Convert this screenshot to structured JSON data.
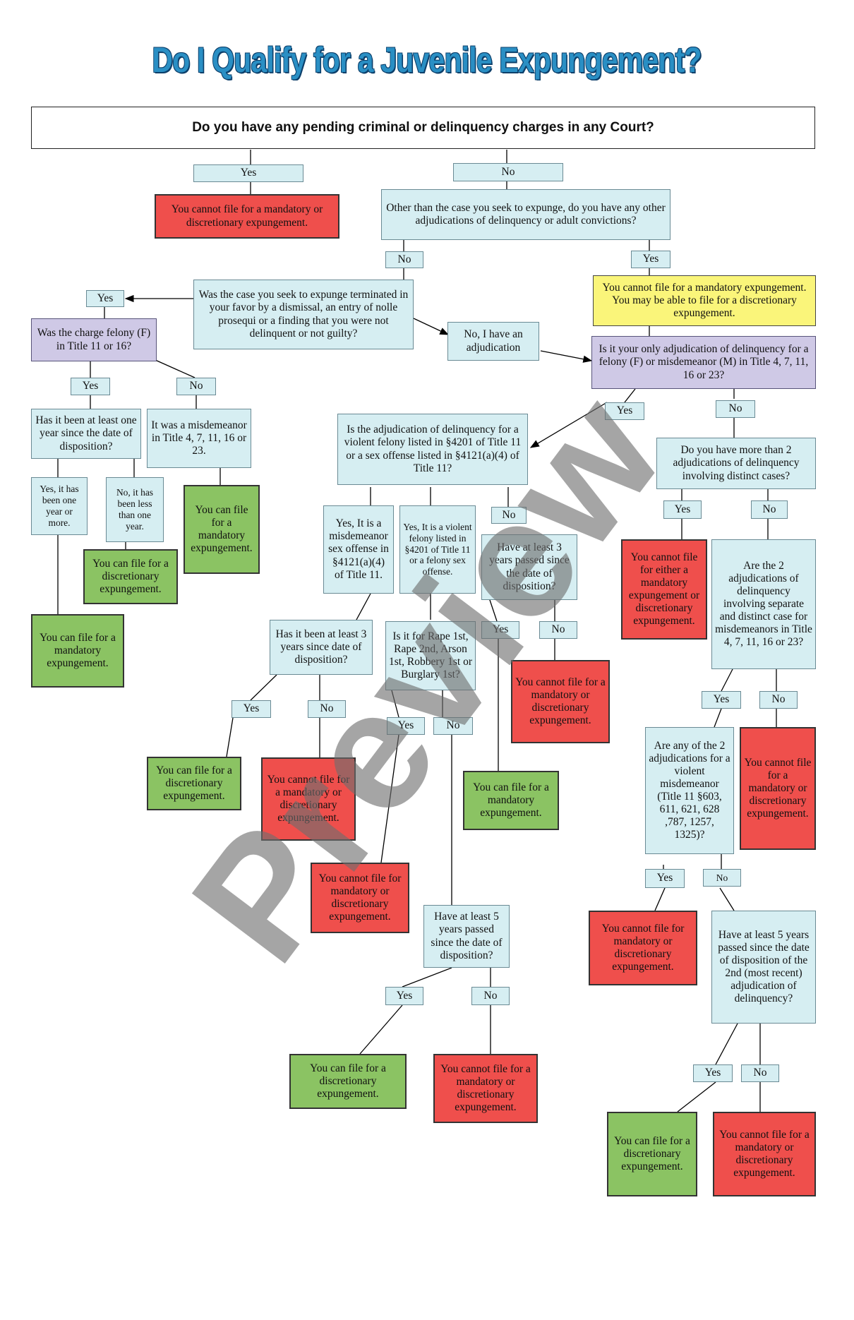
{
  "title": "Do I Qualify for a Juvenile Expungement?",
  "watermark": "Preview",
  "nodes": {
    "pending_q": "Do you have any pending criminal or delinquency charges in any Court?",
    "pending_yes": "Yes",
    "pending_no": "No",
    "pending_yes_result": "You cannot file for a mandatory or discretionary expungement.",
    "other_adj_q": "Other than the case you seek to expunge, do you have any other adjudications of delinquency or adult convictions?",
    "other_adj_no": "No",
    "other_adj_yes": "Yes",
    "other_adj_yes_result": "You cannot file for a mandatory expungement. You may be able to file for a discretionary expungement.",
    "favor_q": "Was the case you seek to expunge terminated in your favor by a dismissal, an entry of nolle prosequi or a finding that you were not delinquent or not guilty?",
    "favor_yes": "Yes",
    "favor_no_adj": "No, I have an adjudication",
    "felony_q": "Was the charge felony (F) in Title 11 or 16?",
    "felony_yes": "Yes",
    "felony_no": "No",
    "one_year_q": "Has it been at least one year since the date of disposition?",
    "one_year_yes": "Yes, it has been one year or more.",
    "one_year_no": "No, it has been less than one year.",
    "misd_note": "It was a misdemeanor in Title 4, 7, 11, 16 or 23.",
    "misd_result": "You can file for a mandatory expungement.",
    "one_year_no_result": "You can file for a discretionary expungement.",
    "one_year_yes_result": "You can file for a mandatory expungement.",
    "only_adj_q": "Is it your only adjudication of delinquency for a felony (F) or misdemeanor (M) in Title 4, 7, 11, 16 or 23?",
    "only_adj_yes": "Yes",
    "only_adj_no": "No",
    "violent_q": "Is the adjudication of delinquency for a violent felony listed in §4201 of Title 11 or a sex offense listed in §4121(a)(4) of Title 11?",
    "violent_yes_misd": "Yes, It is a misdemeanor sex offense in §4121(a)(4) of Title 11.",
    "violent_yes_felony": "Yes, It is a violent felony listed in §4201 of Title 11 or a felony sex offense.",
    "violent_no": "No",
    "three_years_a_q": "Has it been at least 3 years since date of disposition?",
    "three_years_a_yes": "Yes",
    "three_years_a_no": "No",
    "three_years_a_yes_result": "You can file for a discretionary expungement.",
    "three_years_a_no_result": "You cannot file for a mandatory or discretionary expungement.",
    "rape_q": "Is it for Rape 1st, Rape 2nd, Arson 1st, Robbery 1st or Burglary 1st?",
    "rape_yes": "Yes",
    "rape_no": "No",
    "rape_yes_result": "You cannot file for mandatory or discretionary expungement.",
    "five_years_a_q": "Have at least 5 years passed since the date of disposition?",
    "five_years_a_yes": "Yes",
    "five_years_a_no": "No",
    "five_years_a_yes_result": "You can file for a discretionary expungement.",
    "five_years_a_no_result": "You cannot file for a mandatory or discretionary expungement.",
    "three_years_b_q": "Have at least 3 years passed since the date of disposition?",
    "three_years_b_yes": "Yes",
    "three_years_b_no": "No",
    "three_years_b_yes_result": "You can file for a mandatory expungement.",
    "three_years_b_no_result": "You cannot file for a mandatory or discretionary expungement.",
    "more_two_q": "Do you have more than 2 adjudications of delinquency involving distinct cases?",
    "more_two_yes": "Yes",
    "more_two_no": "No",
    "more_two_yes_result": "You cannot file for either a mandatory expungement or discretionary expungement.",
    "two_misd_q": "Are the 2 adjudications of delinquency involving separate and distinct case for misdemeanors in Title 4, 7, 11, 16 or 23?",
    "two_misd_yes": "Yes",
    "two_misd_no": "No",
    "two_misd_no_result": "You cannot file for a mandatory or discretionary expungement.",
    "violent_misd_q": "Are any of the 2 adjudications for a violent misdemeanor (Title 11 §603, 611, 621, 628 ,787, 1257, 1325)?",
    "violent_misd_yes": "Yes",
    "violent_misd_no": "No",
    "violent_misd_yes_result": "You cannot file for mandatory or discretionary expungement.",
    "five_years_b_q": "Have at least 5 years passed since the date of disposition of the 2nd (most recent) adjudication of delinquency?",
    "five_years_b_yes": "Yes",
    "five_years_b_no": "No",
    "five_years_b_yes_result": "You can file for a discretionary expungement.",
    "five_years_b_no_result": "You cannot file for a mandatory or discretionary expungement."
  }
}
